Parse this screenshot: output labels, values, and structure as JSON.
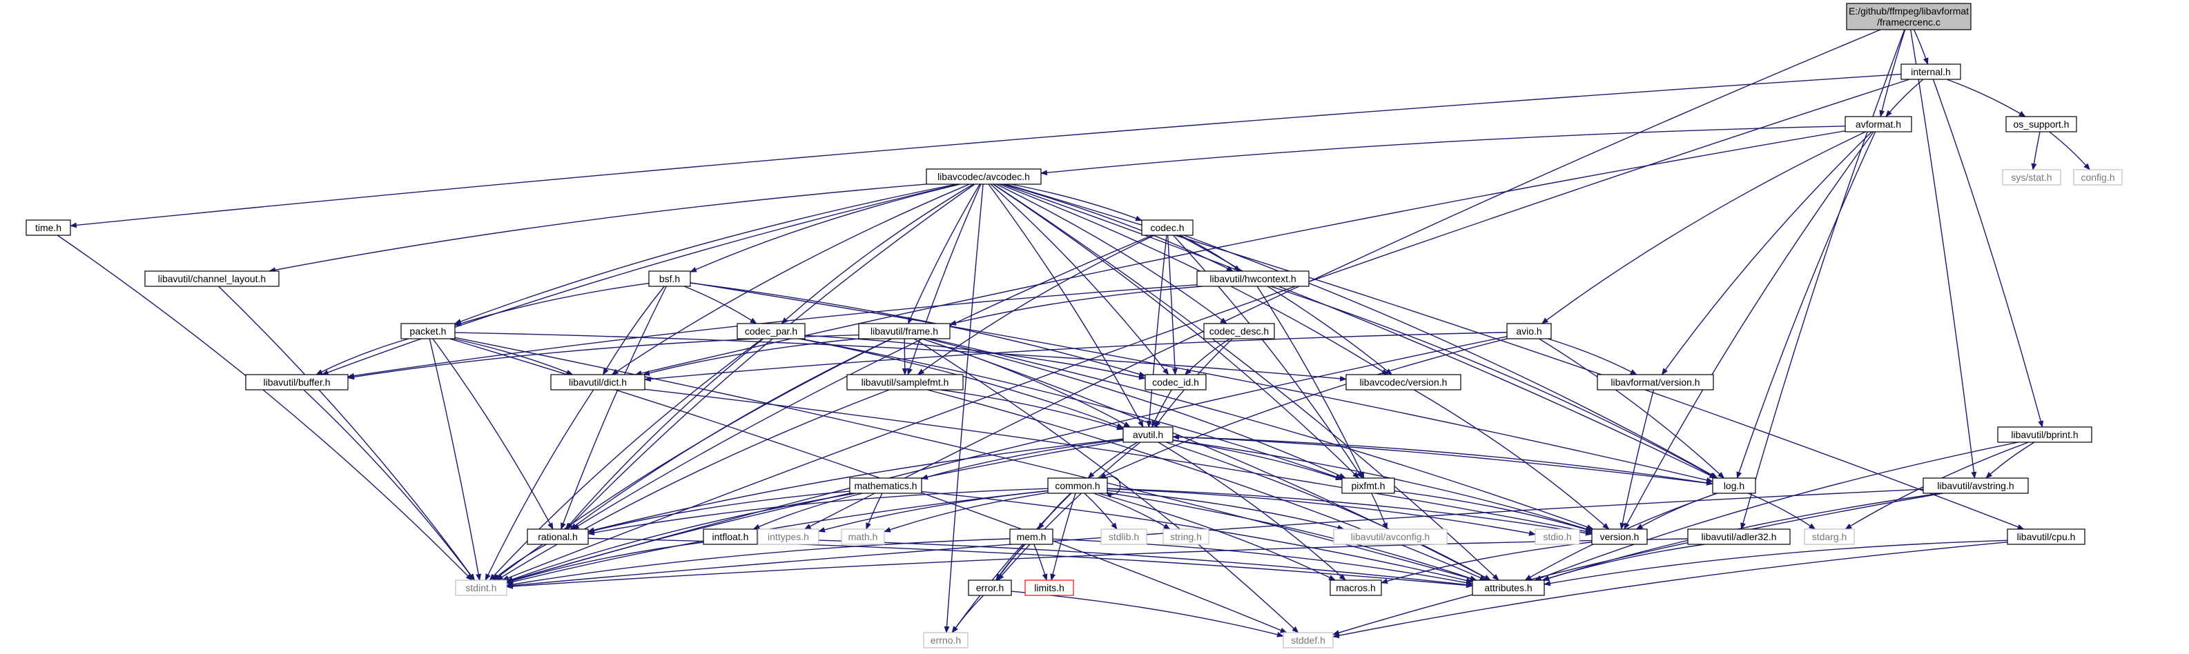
{
  "colors": {
    "edge": "#191970",
    "node_border": "#000000",
    "node_fill": "#ffffff",
    "root_fill": "#bfbfbf",
    "system_header_border": "#bfbfbf",
    "system_header_text": "#777777",
    "missing_header_border": "#ff0000"
  },
  "nodes": [
    {
      "id": "root",
      "label": "E:/github/ffmpeg/libavformat\n/framecrcenc.c",
      "kind": "root"
    },
    {
      "id": "internal_h",
      "label": "internal.h",
      "kind": "local"
    },
    {
      "id": "avformat_h",
      "label": "avformat.h",
      "kind": "local"
    },
    {
      "id": "os_support_h",
      "label": "os_support.h",
      "kind": "local"
    },
    {
      "id": "sys_stat_h",
      "label": "sys/stat.h",
      "kind": "system"
    },
    {
      "id": "config_h",
      "label": "config.h",
      "kind": "system"
    },
    {
      "id": "time_h",
      "label": "time.h",
      "kind": "local"
    },
    {
      "id": "libavcodec_avcodec_h",
      "label": "libavcodec/avcodec.h",
      "kind": "local"
    },
    {
      "id": "codec_h",
      "label": "codec.h",
      "kind": "local"
    },
    {
      "id": "libavutil_channel_layout_h",
      "label": "libavutil/channel_layout.h",
      "kind": "local"
    },
    {
      "id": "bsf_h",
      "label": "bsf.h",
      "kind": "local"
    },
    {
      "id": "libavutil_hwcontext_h",
      "label": "libavutil/hwcontext.h",
      "kind": "local"
    },
    {
      "id": "packet_h",
      "label": "packet.h",
      "kind": "local"
    },
    {
      "id": "codec_par_h",
      "label": "codec_par.h",
      "kind": "local"
    },
    {
      "id": "libavutil_frame_h",
      "label": "libavutil/frame.h",
      "kind": "local"
    },
    {
      "id": "codec_desc_h",
      "label": "codec_desc.h",
      "kind": "local"
    },
    {
      "id": "avio_h",
      "label": "avio.h",
      "kind": "local"
    },
    {
      "id": "libavutil_buffer_h",
      "label": "libavutil/buffer.h",
      "kind": "local"
    },
    {
      "id": "libavutil_dict_h",
      "label": "libavutil/dict.h",
      "kind": "local"
    },
    {
      "id": "libavutil_samplefmt_h",
      "label": "libavutil/samplefmt.h",
      "kind": "local"
    },
    {
      "id": "codec_id_h",
      "label": "codec_id.h",
      "kind": "local"
    },
    {
      "id": "libavcodec_version_h",
      "label": "libavcodec/version.h",
      "kind": "local"
    },
    {
      "id": "libavformat_version_h",
      "label": "libavformat/version.h",
      "kind": "local"
    },
    {
      "id": "avutil_h",
      "label": "avutil.h",
      "kind": "local"
    },
    {
      "id": "libavutil_bprint_h",
      "label": "libavutil/bprint.h",
      "kind": "local"
    },
    {
      "id": "mathematics_h",
      "label": "mathematics.h",
      "kind": "local"
    },
    {
      "id": "common_h",
      "label": "common.h",
      "kind": "local"
    },
    {
      "id": "pixfmt_h",
      "label": "pixfmt.h",
      "kind": "local"
    },
    {
      "id": "log_h",
      "label": "log.h",
      "kind": "local"
    },
    {
      "id": "libavutil_avstring_h",
      "label": "libavutil/avstring.h",
      "kind": "local"
    },
    {
      "id": "rational_h",
      "label": "rational.h",
      "kind": "local"
    },
    {
      "id": "intfloat_h",
      "label": "intfloat.h",
      "kind": "local"
    },
    {
      "id": "inttypes_h",
      "label": "inttypes.h",
      "kind": "system"
    },
    {
      "id": "math_h",
      "label": "math.h",
      "kind": "system"
    },
    {
      "id": "mem_h",
      "label": "mem.h",
      "kind": "local"
    },
    {
      "id": "stdlib_h",
      "label": "stdlib.h",
      "kind": "system"
    },
    {
      "id": "string_h",
      "label": "string.h",
      "kind": "system"
    },
    {
      "id": "libavutil_avconfig_h",
      "label": "libavutil/avconfig.h",
      "kind": "system"
    },
    {
      "id": "stdio_h",
      "label": "stdio.h",
      "kind": "system"
    },
    {
      "id": "version_h",
      "label": "version.h",
      "kind": "local"
    },
    {
      "id": "stdarg_h",
      "label": "stdarg.h",
      "kind": "system"
    },
    {
      "id": "libavutil_adler32_h",
      "label": "libavutil/adler32.h",
      "kind": "local"
    },
    {
      "id": "libavutil_cpu_h",
      "label": "libavutil/cpu.h",
      "kind": "local"
    },
    {
      "id": "stdint_h",
      "label": "stdint.h",
      "kind": "system"
    },
    {
      "id": "error_h",
      "label": "error.h",
      "kind": "local"
    },
    {
      "id": "limits_h",
      "label": "limits.h",
      "kind": "missing"
    },
    {
      "id": "macros_h",
      "label": "macros.h",
      "kind": "local"
    },
    {
      "id": "attributes_h",
      "label": "attributes.h",
      "kind": "local"
    },
    {
      "id": "errno_h",
      "label": "errno.h",
      "kind": "system"
    },
    {
      "id": "stddef_h",
      "label": "stddef.h",
      "kind": "system"
    }
  ],
  "edges": [
    [
      "root",
      "internal_h"
    ],
    [
      "root",
      "avformat_h"
    ],
    [
      "root",
      "libavutil_adler32_h"
    ],
    [
      "root",
      "libavutil_avstring_h"
    ],
    [
      "root",
      "inttypes_h"
    ],
    [
      "internal_h",
      "avformat_h"
    ],
    [
      "internal_h",
      "os_support_h"
    ],
    [
      "internal_h",
      "libavutil_bprint_h"
    ],
    [
      "internal_h",
      "time_h"
    ],
    [
      "internal_h",
      "stdint_h"
    ],
    [
      "os_support_h",
      "sys_stat_h"
    ],
    [
      "os_support_h",
      "config_h"
    ],
    [
      "time_h",
      "stdint_h"
    ],
    [
      "avformat_h",
      "libavcodec_avcodec_h"
    ],
    [
      "avformat_h",
      "avio_h"
    ],
    [
      "avformat_h",
      "libavformat_version_h"
    ],
    [
      "avformat_h",
      "log_h"
    ],
    [
      "avformat_h",
      "version_h"
    ],
    [
      "avformat_h",
      "libavutil_dict_h"
    ],
    [
      "libavcodec_avcodec_h",
      "codec_h"
    ],
    [
      "libavcodec_avcodec_h",
      "bsf_h"
    ],
    [
      "libavcodec_avcodec_h",
      "libavutil_channel_layout_h"
    ],
    [
      "libavcodec_avcodec_h",
      "libavutil_hwcontext_h"
    ],
    [
      "libavcodec_avcodec_h",
      "packet_h"
    ],
    [
      "libavcodec_avcodec_h",
      "codec_par_h"
    ],
    [
      "libavcodec_avcodec_h",
      "libavutil_frame_h"
    ],
    [
      "libavcodec_avcodec_h",
      "codec_desc_h"
    ],
    [
      "libavcodec_avcodec_h",
      "libavutil_buffer_h"
    ],
    [
      "libavcodec_avcodec_h",
      "libavutil_dict_h"
    ],
    [
      "libavcodec_avcodec_h",
      "libavutil_samplefmt_h"
    ],
    [
      "libavcodec_avcodec_h",
      "codec_id_h"
    ],
    [
      "libavcodec_avcodec_h",
      "libavcodec_version_h"
    ],
    [
      "libavcodec_avcodec_h",
      "avutil_h"
    ],
    [
      "libavcodec_avcodec_h",
      "pixfmt_h"
    ],
    [
      "libavcodec_avcodec_h",
      "log_h"
    ],
    [
      "libavcodec_avcodec_h",
      "libavutil_cpu_h"
    ],
    [
      "libavcodec_avcodec_h",
      "rational_h"
    ],
    [
      "libavcodec_avcodec_h",
      "attributes_h"
    ],
    [
      "libavcodec_avcodec_h",
      "errno_h"
    ],
    [
      "libavutil_channel_layout_h",
      "stdint_h"
    ],
    [
      "codec_h",
      "libavutil_hwcontext_h"
    ],
    [
      "codec_h",
      "codec_id_h"
    ],
    [
      "codec_h",
      "libavutil_samplefmt_h"
    ],
    [
      "codec_h",
      "avutil_h"
    ],
    [
      "codec_h",
      "log_h"
    ],
    [
      "codec_h",
      "pixfmt_h"
    ],
    [
      "codec_h",
      "rational_h"
    ],
    [
      "codec_h",
      "libavcodec_version_h"
    ],
    [
      "bsf_h",
      "packet_h"
    ],
    [
      "bsf_h",
      "codec_par_h"
    ],
    [
      "bsf_h",
      "codec_id_h"
    ],
    [
      "bsf_h",
      "libavutil_dict_h"
    ],
    [
      "bsf_h",
      "log_h"
    ],
    [
      "bsf_h",
      "rational_h"
    ],
    [
      "libavutil_hwcontext_h",
      "libavutil_buffer_h"
    ],
    [
      "libavutil_hwcontext_h",
      "libavutil_frame_h"
    ],
    [
      "libavutil_hwcontext_h",
      "log_h"
    ],
    [
      "libavutil_hwcontext_h",
      "pixfmt_h"
    ],
    [
      "packet_h",
      "libavutil_buffer_h"
    ],
    [
      "packet_h",
      "libavutil_dict_h"
    ],
    [
      "packet_h",
      "rational_h"
    ],
    [
      "packet_h",
      "libavcodec_version_h"
    ],
    [
      "packet_h",
      "attributes_h"
    ],
    [
      "packet_h",
      "stdint_h"
    ],
    [
      "packet_h",
      "stddef_h"
    ],
    [
      "codec_par_h",
      "codec_id_h"
    ],
    [
      "codec_par_h",
      "avutil_h"
    ],
    [
      "codec_par_h",
      "pixfmt_h"
    ],
    [
      "codec_par_h",
      "rational_h"
    ],
    [
      "codec_par_h",
      "stdint_h"
    ],
    [
      "libavutil_frame_h",
      "libavutil_buffer_h"
    ],
    [
      "libavutil_frame_h",
      "libavutil_dict_h"
    ],
    [
      "libavutil_frame_h",
      "libavutil_samplefmt_h"
    ],
    [
      "libavutil_frame_h",
      "avutil_h"
    ],
    [
      "libavutil_frame_h",
      "pixfmt_h"
    ],
    [
      "libavutil_frame_h",
      "rational_h"
    ],
    [
      "libavutil_frame_h",
      "version_h"
    ],
    [
      "libavutil_frame_h",
      "attributes_h"
    ],
    [
      "libavutil_frame_h",
      "stdint_h"
    ],
    [
      "libavutil_frame_h",
      "stddef_h"
    ],
    [
      "codec_desc_h",
      "codec_id_h"
    ],
    [
      "codec_desc_h",
      "avutil_h"
    ],
    [
      "avio_h",
      "libavutil_dict_h"
    ],
    [
      "avio_h",
      "libavformat_version_h"
    ],
    [
      "avio_h",
      "log_h"
    ],
    [
      "avio_h",
      "common_h"
    ],
    [
      "avio_h",
      "stdint_h"
    ],
    [
      "libavutil_buffer_h",
      "stdint_h"
    ],
    [
      "libavutil_dict_h",
      "version_h"
    ],
    [
      "libavutil_dict_h",
      "stdint_h"
    ],
    [
      "libavutil_samplefmt_h",
      "avutil_h"
    ],
    [
      "libavutil_samplefmt_h",
      "attributes_h"
    ],
    [
      "libavutil_samplefmt_h",
      "stdint_h"
    ],
    [
      "codec_id_h",
      "avutil_h"
    ],
    [
      "libavcodec_version_h",
      "version_h"
    ],
    [
      "libavformat_version_h",
      "version_h"
    ],
    [
      "avutil_h",
      "common_h"
    ],
    [
      "avutil_h",
      "mathematics_h"
    ],
    [
      "avutil_h",
      "pixfmt_h"
    ],
    [
      "avutil_h",
      "log_h"
    ],
    [
      "avutil_h",
      "rational_h"
    ],
    [
      "avutil_h",
      "error_h"
    ],
    [
      "avutil_h",
      "version_h"
    ],
    [
      "avutil_h",
      "macros_h"
    ],
    [
      "avutil_h",
      "attributes_h"
    ],
    [
      "avutil_h",
      "stdint_h"
    ],
    [
      "libavutil_bprint_h",
      "libavutil_avstring_h"
    ],
    [
      "libavutil_bprint_h",
      "attributes_h"
    ],
    [
      "libavutil_bprint_h",
      "stdarg_h"
    ],
    [
      "mathematics_h",
      "rational_h"
    ],
    [
      "mathematics_h",
      "intfloat_h"
    ],
    [
      "mathematics_h",
      "math_h"
    ],
    [
      "mathematics_h",
      "attributes_h"
    ],
    [
      "mathematics_h",
      "stdint_h"
    ],
    [
      "common_h",
      "common_h"
    ],
    [
      "common_h",
      "mem_h"
    ],
    [
      "common_h",
      "error_h"
    ],
    [
      "common_h",
      "inttypes_h"
    ],
    [
      "common_h",
      "math_h"
    ],
    [
      "common_h",
      "stdlib_h"
    ],
    [
      "common_h",
      "string_h"
    ],
    [
      "common_h",
      "libavutil_avconfig_h"
    ],
    [
      "common_h",
      "stdio_h"
    ],
    [
      "common_h",
      "version_h"
    ],
    [
      "common_h",
      "rational_h"
    ],
    [
      "common_h",
      "attributes_h"
    ],
    [
      "common_h",
      "limits_h"
    ],
    [
      "common_h",
      "macros_h"
    ],
    [
      "common_h",
      "errno_h"
    ],
    [
      "common_h",
      "stdint_h"
    ],
    [
      "pixfmt_h",
      "libavutil_avconfig_h"
    ],
    [
      "pixfmt_h",
      "version_h"
    ],
    [
      "log_h",
      "avutil_h"
    ],
    [
      "log_h",
      "version_h"
    ],
    [
      "log_h",
      "attributes_h"
    ],
    [
      "log_h",
      "stdarg_h"
    ],
    [
      "libavutil_avstring_h",
      "attributes_h"
    ],
    [
      "libavutil_avstring_h",
      "stddef_h"
    ],
    [
      "libavutil_avstring_h",
      "stdint_h"
    ],
    [
      "rational_h",
      "attributes_h"
    ],
    [
      "rational_h",
      "stdint_h"
    ],
    [
      "intfloat_h",
      "attributes_h"
    ],
    [
      "intfloat_h",
      "stdint_h"
    ],
    [
      "mem_h",
      "error_h"
    ],
    [
      "mem_h",
      "limits_h"
    ],
    [
      "mem_h",
      "attributes_h"
    ],
    [
      "mem_h",
      "stdint_h"
    ],
    [
      "version_h",
      "macros_h"
    ],
    [
      "libavutil_adler32_h",
      "attributes_h"
    ],
    [
      "libavutil_adler32_h",
      "stdint_h"
    ],
    [
      "libavutil_cpu_h",
      "attributes_h"
    ],
    [
      "libavutil_cpu_h",
      "stddef_h"
    ],
    [
      "error_h",
      "errno_h"
    ],
    [
      "error_h",
      "stddef_h"
    ]
  ]
}
